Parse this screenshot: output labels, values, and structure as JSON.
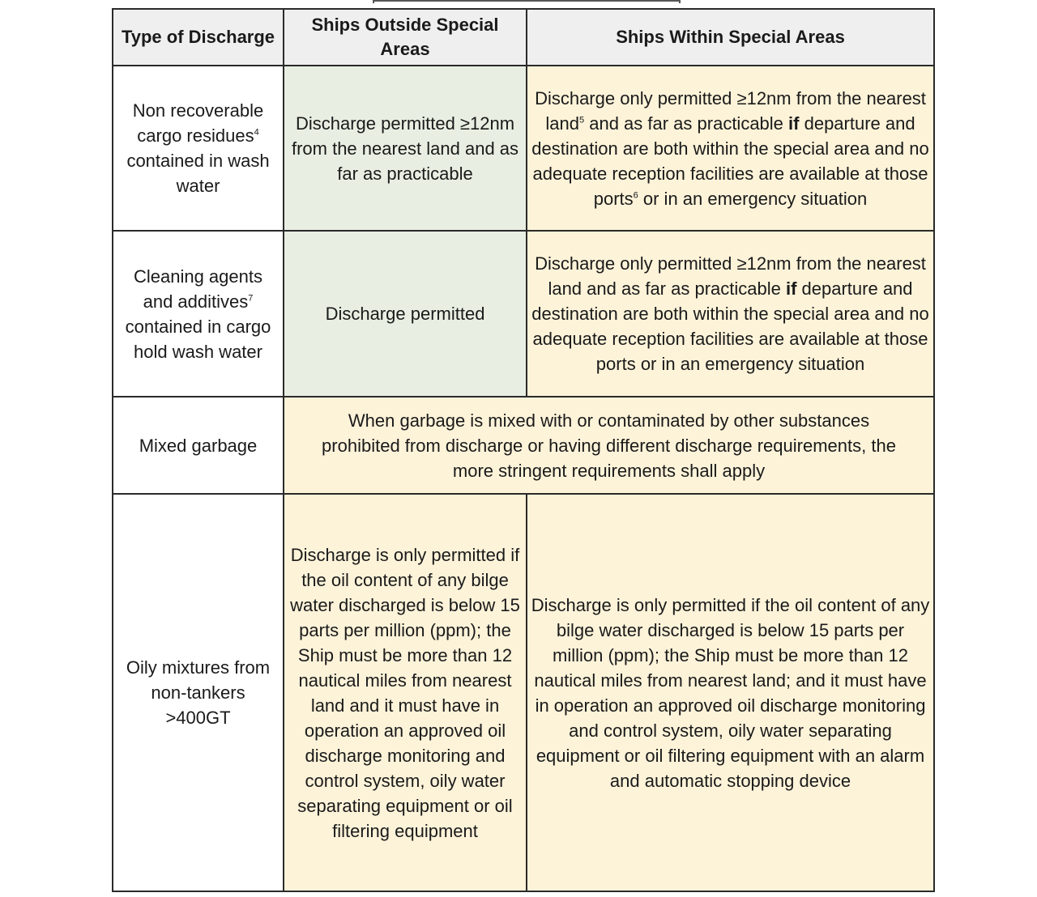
{
  "table": {
    "headers": {
      "type": "Type of Discharge",
      "outside": "Ships Outside Special Areas",
      "within": "Ships Within Special Areas"
    },
    "rows": [
      {
        "type_a": "Non recoverable cargo residues",
        "type_sup": "4",
        "type_b": " contained in wash water",
        "outside": "Discharge permitted ≥12nm from the nearest land and as far as practicable",
        "within_a": "Discharge only permitted ≥12nm from the nearest land",
        "within_sup1": "5",
        "within_b": " and as far as practicable ",
        "within_bold": "if",
        "within_c": " departure and destination are both within the special area and no adequate reception facilities are available at those ports",
        "within_sup2": "6",
        "within_d": " or in an emergency situation"
      },
      {
        "type_a": "Cleaning agents and additives",
        "type_sup": "7",
        "type_b": " contained in cargo hold wash water",
        "outside": "Discharge permitted",
        "within_a": "Discharge only permitted ≥12nm from the nearest land and as far as practicable ",
        "within_bold": "if",
        "within_b": " departure and destination are both within the special area and no adequate reception facilities are available at those ports or in an emergency situation"
      },
      {
        "type": "Mixed garbage",
        "combined": "When garbage is mixed with or contaminated by other substances prohibited from discharge or having different discharge requirements, the more stringent requirements shall apply"
      },
      {
        "type": "Oily mixtures from non-tankers >400GT",
        "outside": "Discharge is only permitted if the oil content of any bilge water discharged is below 15 parts per million (ppm); the Ship must be more than 12 nautical miles from nearest land and it must have in operation an approved oil discharge monitoring and control system, oily water separating equipment or oil filtering equipment",
        "within": "Discharge is only permitted if the oil content of any bilge water discharged is below 15 parts per million (ppm); the Ship must be more than 12 nautical miles from nearest land; and it must have in operation an approved oil discharge monitoring and control system, oily water separating equipment or oil filtering equipment with an alarm and automatic stopping device"
      }
    ]
  },
  "colors": {
    "header_bg": "#efefef",
    "outside_green": "#e8efe2",
    "within_yellow": "#fdf3d9",
    "border": "#2a2a2a"
  }
}
